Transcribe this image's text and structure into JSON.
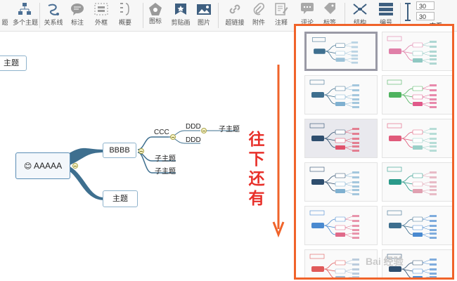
{
  "toolbar": {
    "items": [
      {
        "label": "题",
        "icon": "topic-icon"
      },
      {
        "label": "多个主题",
        "icon": "multi-topic-icon"
      },
      {
        "label": "关系线",
        "icon": "relationship-icon"
      },
      {
        "label": "标注",
        "icon": "callout-icon"
      },
      {
        "label": "外框",
        "icon": "boundary-icon"
      },
      {
        "label": "概要",
        "icon": "summary-icon"
      },
      {
        "label": "图标",
        "icon": "marker-icon"
      },
      {
        "label": "剪贴画",
        "icon": "clipart-icon"
      },
      {
        "label": "图片",
        "icon": "image-icon"
      },
      {
        "label": "超链接",
        "icon": "hyperlink-icon"
      },
      {
        "label": "附件",
        "icon": "attachment-icon"
      },
      {
        "label": "注释",
        "icon": "notes-icon"
      },
      {
        "label": "评论",
        "icon": "comment-icon"
      },
      {
        "label": "标签",
        "icon": "label-icon"
      },
      {
        "label": "结构",
        "icon": "structure-icon"
      },
      {
        "label": "编号",
        "icon": "numbering-icon"
      },
      {
        "label": "查看",
        "icon": "view-icon"
      }
    ],
    "spin1": "30",
    "spin2": "30"
  },
  "mindmap": {
    "floating_topic": "主题",
    "central": "AAAAA",
    "central_emoji": "😊",
    "branch_main": "BBBB",
    "branch_second": "主题",
    "ccc": "CCC",
    "ddd1": "DDD",
    "ddd2": "DDD",
    "subtopic_right": "子主题",
    "subtopic1": "子主题",
    "subtopic2": "子主题"
  },
  "annotation": {
    "text": [
      "往",
      "下",
      "还",
      "有"
    ],
    "color": "#e8302a"
  },
  "panel": {
    "border_color": "#f0632a",
    "thumbs": [
      {
        "style": "light",
        "selected": true
      },
      {
        "style": "pink"
      },
      {
        "style": "blue"
      },
      {
        "style": "green"
      },
      {
        "style": "dark",
        "selected": false
      },
      {
        "style": "red"
      },
      {
        "style": "navy"
      },
      {
        "style": "teal"
      },
      {
        "style": "blue-bold"
      },
      {
        "style": "navy-bubble"
      },
      {
        "style": "red-bold"
      },
      {
        "style": "dark-blue"
      }
    ]
  },
  "watermark": "Bai 经验"
}
